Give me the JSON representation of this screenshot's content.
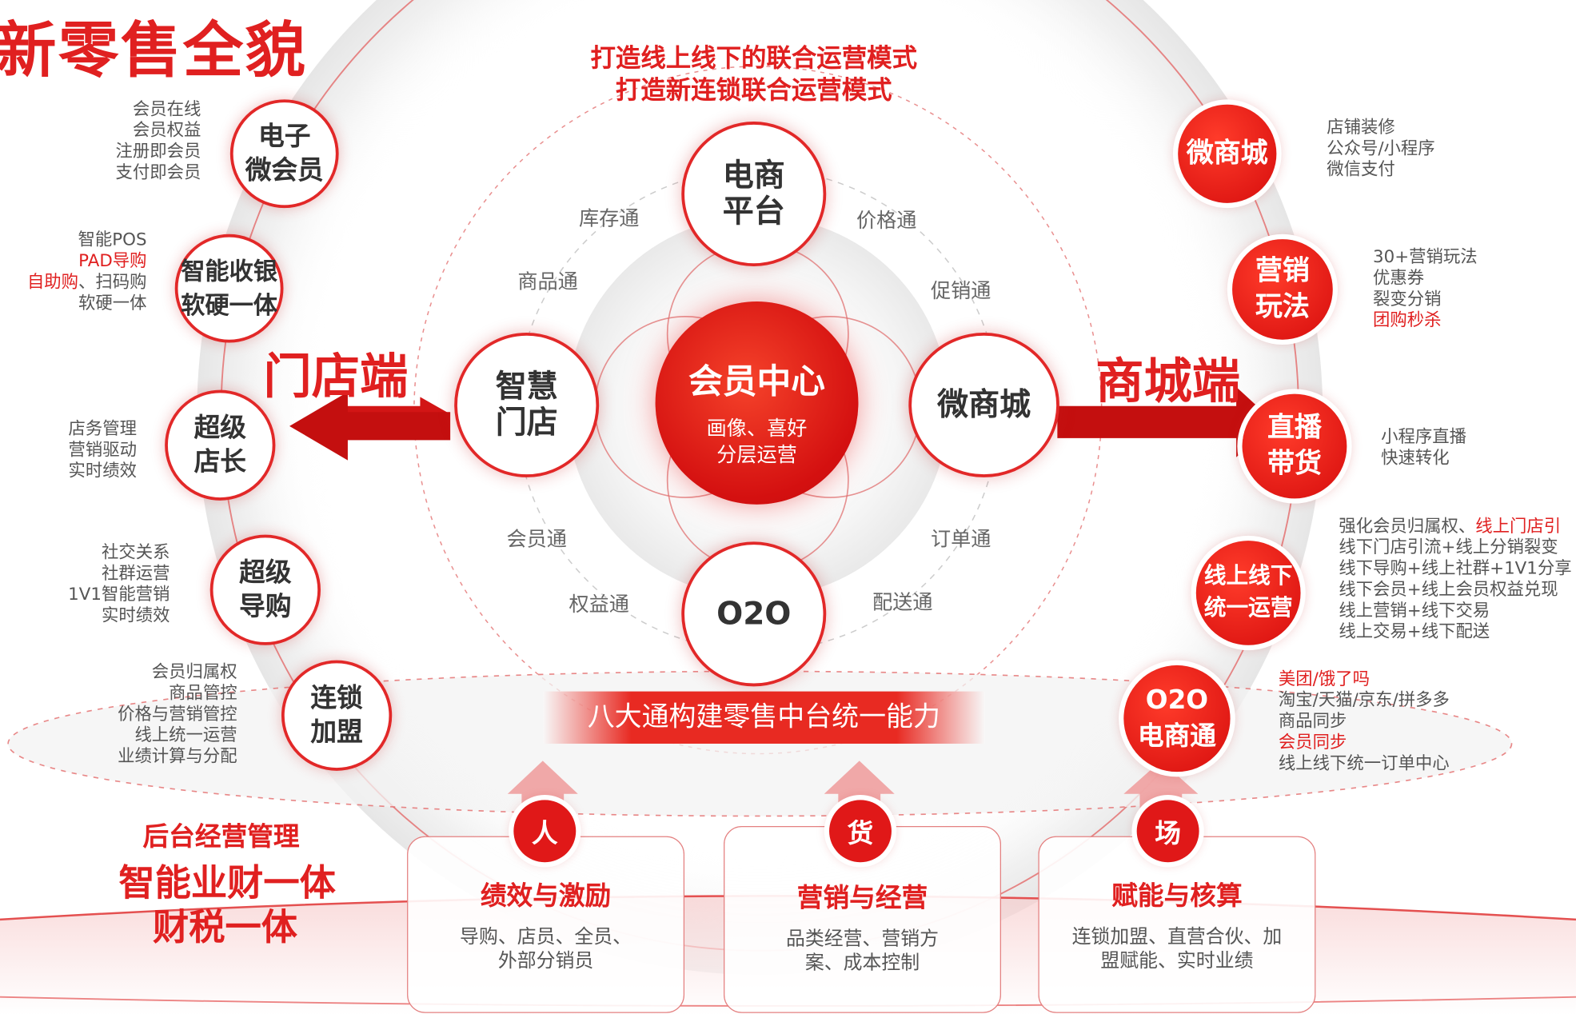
{
  "title": "新零售全貌",
  "headline": [
    "打造线上线下的联合运营模式",
    "打造新连锁联合运营模式"
  ],
  "left_side_label": "门店端",
  "right_side_label": "商城端",
  "left_items": [
    {
      "circle": [
        "电子",
        "微会员"
      ],
      "features": [
        {
          "text": "会员在线"
        },
        {
          "text": "会员权益"
        },
        {
          "text": "注册即会员"
        },
        {
          "text": "支付即会员"
        }
      ]
    },
    {
      "circle": [
        "智能收银",
        "软硬一体"
      ],
      "features": [
        {
          "text": "智能POS"
        },
        {
          "text": "PAD导购",
          "red": true
        },
        {
          "text": "自助购",
          "red": true,
          "suffix": "、扫码购"
        },
        {
          "text": "软硬一体"
        }
      ]
    },
    {
      "circle": [
        "超级",
        "店长"
      ],
      "features": [
        {
          "text": "店务管理"
        },
        {
          "text": "营销驱动"
        },
        {
          "text": "实时绩效"
        }
      ]
    },
    {
      "circle": [
        "超级",
        "导购"
      ],
      "features": [
        {
          "text": "社交关系"
        },
        {
          "text": "社群运营"
        },
        {
          "text": "1V1智能营销"
        },
        {
          "text": "实时绩效"
        }
      ]
    },
    {
      "circle": [
        "连锁",
        "加盟"
      ],
      "features": [
        {
          "text": "会员归属权"
        },
        {
          "text": "商品管控"
        },
        {
          "text": "价格与营销管控"
        },
        {
          "text": "线上统一运营"
        },
        {
          "text": "业绩计算与分配"
        }
      ]
    }
  ],
  "right_items": [
    {
      "circle": [
        "微商城"
      ],
      "features": [
        {
          "text": "店铺装修"
        },
        {
          "text": "公众号/小程序"
        },
        {
          "text": "微信支付"
        }
      ]
    },
    {
      "circle": [
        "营销",
        "玩法"
      ],
      "features": [
        {
          "text": "30+营销玩法"
        },
        {
          "text": "优惠券"
        },
        {
          "text": "裂变分销"
        },
        {
          "text": "团购秒杀",
          "red": true
        }
      ]
    },
    {
      "circle": [
        "直播",
        "带货"
      ],
      "features": [
        {
          "text": "小程序直播"
        },
        {
          "text": "快速转化"
        }
      ]
    },
    {
      "circle": [
        "线上线下",
        "统一运营"
      ],
      "features": [
        {
          "text": "强化会员归属权、",
          "suffix_red": "线上门店引"
        },
        {
          "text": "线下门店引流+线上分销裂变"
        },
        {
          "text": "线下导购+线上社群+1V1分享"
        },
        {
          "text": "线下会员+线上会员权益兑现"
        },
        {
          "text": "线上营销+线下交易"
        },
        {
          "text": "线上交易+线下配送"
        }
      ]
    },
    {
      "circle": [
        "O2O",
        "电商通"
      ],
      "features": [
        {
          "text": "美团/饿了吗",
          "red": true
        },
        {
          "text": "淘宝/天猫/京东/拼多多"
        },
        {
          "text": "商品同步"
        },
        {
          "text": "会员同步",
          "red": true
        },
        {
          "text": "线上线下统一订单中心"
        }
      ]
    }
  ],
  "center": {
    "hub_title": "会员中心",
    "hub_sub": [
      "画像、喜好",
      "分层运营"
    ],
    "nodes": {
      "top": [
        "电商",
        "平台"
      ],
      "left": [
        "智慧",
        "门店"
      ],
      "right": [
        "微商城"
      ],
      "bottom": [
        "O2O"
      ]
    },
    "tongs": [
      "库存通",
      "价格通",
      "商品通",
      "促销通",
      "会员通",
      "订单通",
      "权益通",
      "配送通"
    ]
  },
  "banner": "八大通构建零售中台统一能力",
  "back_office": {
    "label": "后台经营管理",
    "lines": [
      "智能业财一体",
      "财税一体"
    ]
  },
  "pillars": [
    {
      "badge": "人",
      "title": "绩效与激励",
      "desc": [
        "导购、店员、全员、",
        "外部分销员"
      ]
    },
    {
      "badge": "货",
      "title": "营销与经营",
      "desc": [
        "品类经营、营销方",
        "案、成本控制"
      ]
    },
    {
      "badge": "场",
      "title": "赋能与核算",
      "desc": [
        "连锁加盟、直营合伙、加",
        "盟赋能、实时业绩"
      ]
    }
  ],
  "colors": {
    "accent": "#e02020",
    "accent_dark": "#c20a0a",
    "text": "#333333",
    "muted": "#555555"
  }
}
